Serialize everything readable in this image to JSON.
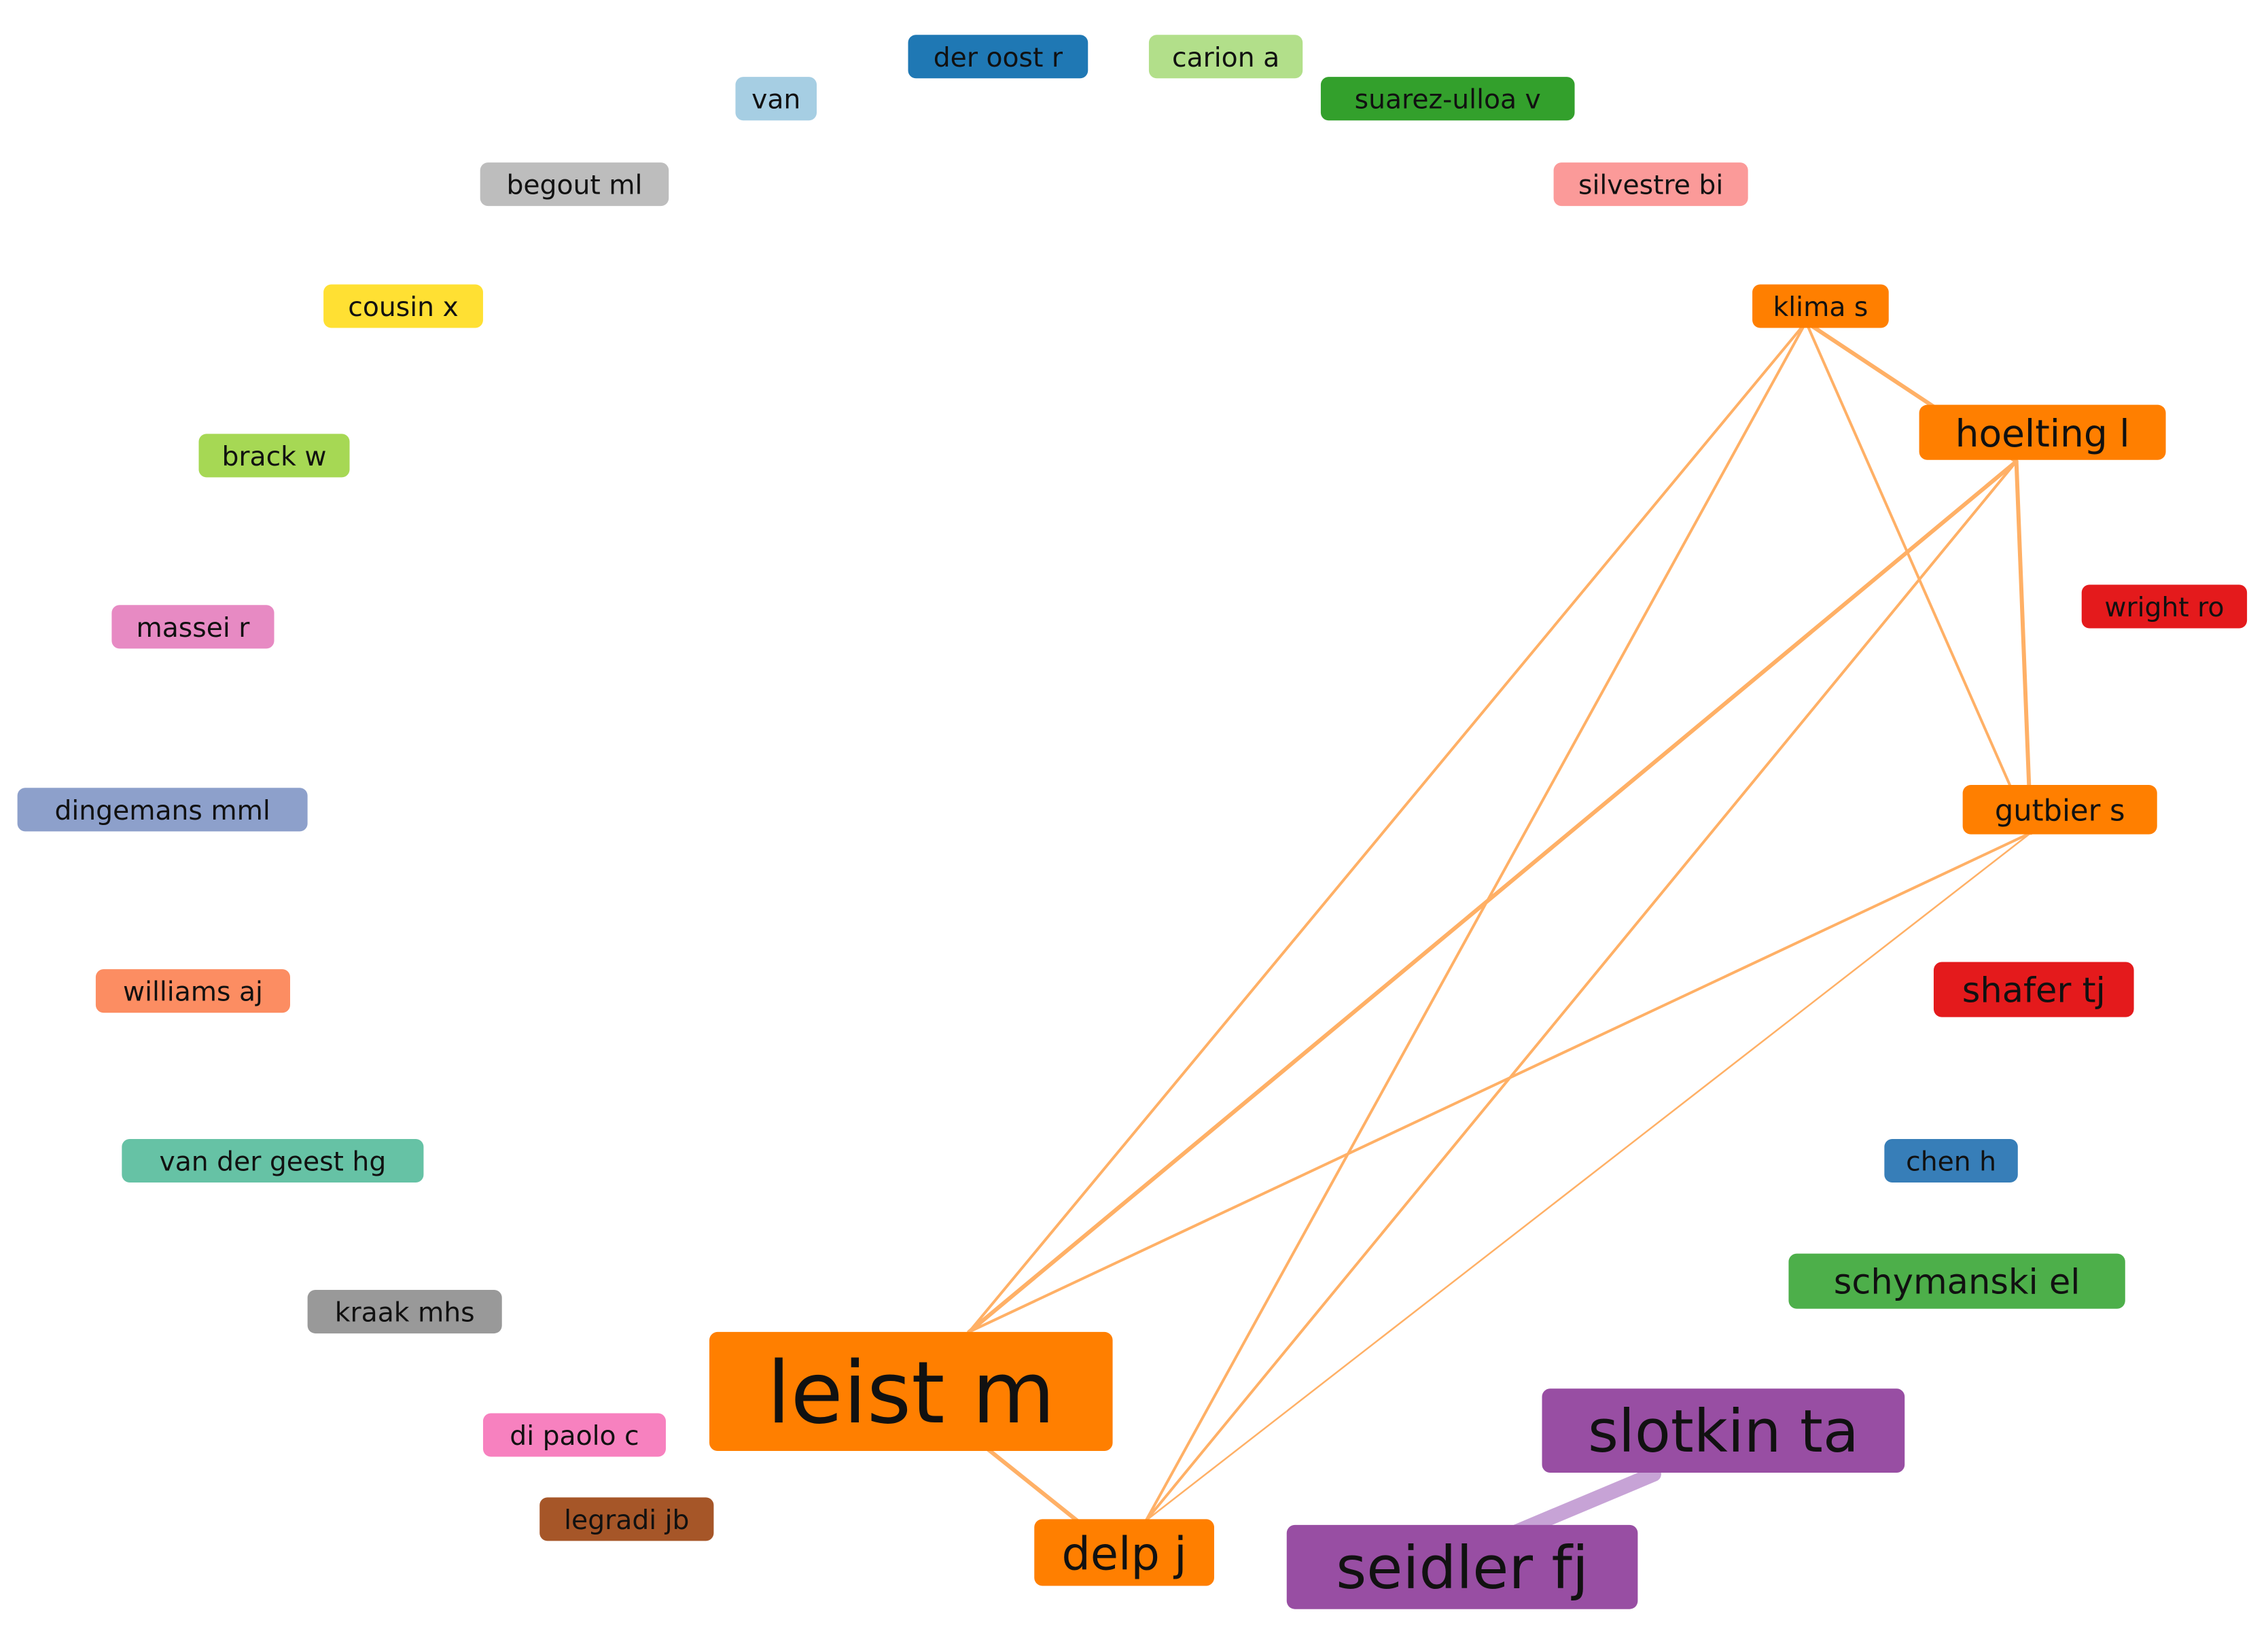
{
  "nodes": [
    {
      "id": "der-oost-r",
      "label": "der oost r",
      "color": "#1f78b4"
    },
    {
      "id": "carion-a",
      "label": "carion a",
      "color": "#b2df8a"
    },
    {
      "id": "van",
      "label": "van",
      "color": "#a6cee3"
    },
    {
      "id": "suarez-ulloa-v",
      "label": "suarez-ulloa v",
      "color": "#33a02c"
    },
    {
      "id": "begout-ml",
      "label": "begout ml",
      "color": "#bdbdbd"
    },
    {
      "id": "silvestre-bi",
      "label": "silvestre bi",
      "color": "#fb9a99"
    },
    {
      "id": "cousin-x",
      "label": "cousin x",
      "color": "#ffe033"
    },
    {
      "id": "klima-s",
      "label": "klima s",
      "color": "#ff7f00"
    },
    {
      "id": "hoelting-l",
      "label": "hoelting l",
      "color": "#ff7f00"
    },
    {
      "id": "brack-w",
      "label": "brack w",
      "color": "#a6d854"
    },
    {
      "id": "wright-ro",
      "label": "wright ro",
      "color": "#e41a1c"
    },
    {
      "id": "massei-r",
      "label": "massei r",
      "color": "#e78ac3"
    },
    {
      "id": "dingemans-mml",
      "label": "dingemans mml",
      "color": "#8da0cb"
    },
    {
      "id": "gutbier-s",
      "label": "gutbier s",
      "color": "#ff7f00"
    },
    {
      "id": "williams-aj",
      "label": "williams aj",
      "color": "#fc8d62"
    },
    {
      "id": "shafer-tj",
      "label": "shafer tj",
      "color": "#e41a1c"
    },
    {
      "id": "van-der-geest-hg",
      "label": "van der geest hg",
      "color": "#66c2a5"
    },
    {
      "id": "chen-h",
      "label": "chen h",
      "color": "#377eb8"
    },
    {
      "id": "kraak-mhs",
      "label": "kraak mhs",
      "color": "#999999"
    },
    {
      "id": "schymanski-el",
      "label": "schymanski el",
      "color": "#4daf4a"
    },
    {
      "id": "leist-m",
      "label": "leist m",
      "color": "#ff7f00"
    },
    {
      "id": "di-paolo-c",
      "label": "di paolo c",
      "color": "#f781bf"
    },
    {
      "id": "slotkin-ta",
      "label": "slotkin ta",
      "color": "#984ea3"
    },
    {
      "id": "legradi-jb",
      "label": "legradi jb",
      "color": "#a65628"
    },
    {
      "id": "delp-j",
      "label": "delp j",
      "color": "#ff7f00"
    },
    {
      "id": "seidler-fj",
      "label": "seidler fj",
      "color": "#984ea3"
    }
  ],
  "edges": [
    {
      "source": "klima-s",
      "target": "hoelting-l",
      "weight": 2
    },
    {
      "source": "klima-s",
      "target": "gutbier-s",
      "weight": 1
    },
    {
      "source": "klima-s",
      "target": "leist-m",
      "weight": 1
    },
    {
      "source": "klima-s",
      "target": "delp-j",
      "weight": 1
    },
    {
      "source": "hoelting-l",
      "target": "gutbier-s",
      "weight": 2
    },
    {
      "source": "hoelting-l",
      "target": "leist-m",
      "weight": 2
    },
    {
      "source": "hoelting-l",
      "target": "delp-j",
      "weight": 1
    },
    {
      "source": "gutbier-s",
      "target": "leist-m",
      "weight": 1
    },
    {
      "source": "gutbier-s",
      "target": "delp-j",
      "weight": 0.5
    },
    {
      "source": "leist-m",
      "target": "delp-j",
      "weight": 2
    },
    {
      "source": "slotkin-ta",
      "target": "seidler-fj",
      "weight": 3
    }
  ],
  "colors": {
    "orange_edge": "#ffb066",
    "purple_edge": "#c7a3d6"
  }
}
